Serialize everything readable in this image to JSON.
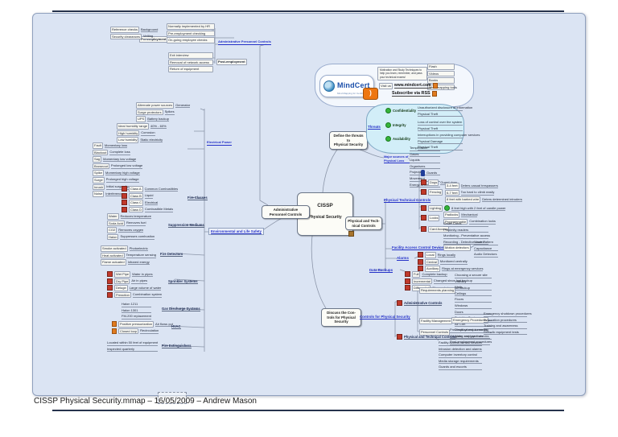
{
  "page": {
    "footer": "CISSP Physical Security.mmap – 16/05/2009 – Andrew Mason"
  },
  "center": {
    "line1": "CISSP",
    "line2": "Physical Security"
  },
  "branding": {
    "logo_text": "MindCert",
    "logo_sub": "Mind Mapping for Certification",
    "tagline": "Motivation and Study Techniques to help you learn, remember, and pass your technical exams!",
    "promo_items": [
      "Flash",
      "Videos",
      "Books",
      "Mind-mapping tools"
    ],
    "visit_label": "Visit us",
    "url": "www.mindcert.com",
    "rss_label": "Subscribe via RSS"
  },
  "admin_personnel": {
    "node": "Administrative\nPersonnel Controls",
    "branch_label": "Administrative Personnel Controls",
    "pre_label": "Pre-employment",
    "pre_items": [
      "Normally implemented by HR",
      "Pre-employment checking",
      "On-going employee checks"
    ],
    "pre_checks": [
      {
        "n": "Reference checks",
        "v": "Background"
      },
      {
        "n": "Security clearances",
        "v": "Vetting"
      }
    ],
    "post_label": "Post-employment",
    "post_items": [
      "Exit interview",
      "Removal of network access",
      "Return of equipment"
    ]
  },
  "environment": {
    "branch_label": "Environmental and Life Safety",
    "electrical_label": "Electrical Power",
    "protect": [
      {
        "n": "Alternate power sources",
        "v": "Generator"
      },
      {
        "n": "Surge protectors",
        "v": "Spikes"
      },
      {
        "n": "UPS",
        "v": "Battery backup"
      }
    ],
    "humidity": [
      {
        "n": "Ideal humidity range",
        "v": "40% - 60%"
      },
      {
        "n": "High humidity",
        "v": "Corrosion"
      },
      {
        "n": "Low humidity",
        "v": "Static electricity"
      }
    ],
    "anomalies": [
      {
        "n": "Fault",
        "v": "Momentary loss"
      },
      {
        "n": "Blackout",
        "v": "Complete loss"
      },
      {
        "n": "Sag",
        "v": "Momentary low voltage"
      },
      {
        "n": "Brownout",
        "v": "Prolonged low voltage"
      },
      {
        "n": "Spike",
        "v": "Momentary high voltage"
      },
      {
        "n": "Surge",
        "v": "Prolonged high voltage"
      },
      {
        "n": "Inrush",
        "v": "Initial surge of power"
      },
      {
        "n": "Noise",
        "v": "Interference"
      }
    ],
    "classes_label": "Fire Classes",
    "classes": [
      {
        "n": "Class A",
        "v": "Common Combustibles"
      },
      {
        "n": "Class B",
        "v": "Liquid"
      },
      {
        "n": "Class C",
        "v": "Electrical"
      },
      {
        "n": "Class D",
        "v": "Combustible Metals"
      }
    ],
    "suppression_label": "Suppression Mediums",
    "suppression": [
      {
        "n": "Water",
        "v": "Reduces temperature"
      },
      {
        "n": "Soda Acid",
        "v": "Removes fuel"
      },
      {
        "n": "CO2",
        "v": "Removes oxygen"
      },
      {
        "n": "Halon",
        "v": "Suppresses combustion"
      }
    ],
    "detectors_label": "Fire Detectors",
    "detectors": [
      {
        "n": "Smoke activated",
        "v": "Photoelectric"
      },
      {
        "n": "Heat activated",
        "v": "Temperature sensing"
      },
      {
        "n": "Flame actuated",
        "v": "Infrared energy"
      }
    ],
    "sprinkler_label": "Sprinkler Systems",
    "sprinklers": [
      {
        "n": "Wet Pipe",
        "v": "Water in pipes"
      },
      {
        "n": "Dry Pipe",
        "v": "Air in pipes"
      },
      {
        "n": "Deluge",
        "v": "Large volume of water"
      },
      {
        "n": "Preaction",
        "v": "Combination system"
      }
    ],
    "gas_label": "Gas Discharge Systems",
    "gas_items": [
      "Halon 1211",
      "Halon 1301",
      "FM-200 replacement"
    ],
    "hvac_label": "HVAC",
    "hvac": [
      {
        "n": "Positive pressurization",
        "v": "Air flows out"
      },
      {
        "n": "Closed loop",
        "v": "Recirculation"
      }
    ],
    "ext_label": "Fire Extinguishers",
    "ext_items": [
      "Located within 50 feet of equipment",
      "Inspected quarterly"
    ]
  },
  "threats": {
    "node": "Define the threats to\nPhysical Security",
    "cloud_label": "Threats",
    "cia": [
      {
        "name": "Confidentiality"
      },
      {
        "name": "Integrity"
      },
      {
        "name": "Availability"
      }
    ],
    "cia_items_0": [
      "Unauthorized disclosure of information",
      "Physical Theft"
    ],
    "cia_items_1": [
      "Loss of control over the system",
      "Physical Theft"
    ],
    "cia_items_2": [
      "Interruptions in providing computer services",
      "Physical Damage",
      "Physical Theft"
    ],
    "loss_label": "Major sources of Physical Loss",
    "loss_items": [
      "Temperature",
      "Gases",
      "Liquids",
      "Organisms",
      "Projectiles",
      "Movement",
      "Energy Anomalies"
    ]
  },
  "phys_tech": {
    "node": "Physical and Tech-\nnical Controls",
    "branch_label": "Physical Technical Controls",
    "guards": "Guards",
    "dogs": "Dogs",
    "dogs_desc": "Guard dogs",
    "fencing_label": "Fencing",
    "fencing": [
      {
        "n": "3-4 feet",
        "v": "Deters casual trespassers"
      },
      {
        "n": "6-7 feet",
        "v": "Too hard to climb easily"
      },
      {
        "n": "8 feet with barbed wire",
        "v": "Deters determined intruders"
      }
    ],
    "lighting_label": "Lighting",
    "lighting_desc": "8 feet high with 2 feet of candle power",
    "locks_label": "Locks",
    "locks": [
      {
        "n": "Padlocks",
        "v": "Mechanical"
      },
      {
        "n": "Programmable",
        "v": "Combination locks"
      }
    ],
    "cards_label": "Card Access",
    "cards": [
      "Smart Cards",
      "Proximity readers",
      "Monitoring - Preventative access",
      "Recording - Detective control"
    ],
    "access_label": "Facility Access Control Devices",
    "access_device": "Motion detectors",
    "access_types": [
      "Wave Pattern",
      "Capacitance",
      "Audio Detectors"
    ],
    "alarms_label": "Alarms",
    "alarms": [
      {
        "n": "Local",
        "v": "Rings locally"
      },
      {
        "n": "Central",
        "v": "Monitored centrally"
      },
      {
        "n": "Auxiliary",
        "v": "Rings at emergency services"
      }
    ],
    "backup_label": "Data Backups",
    "backups": [
      {
        "n": "Full",
        "v": "Complete backup"
      },
      {
        "n": "Incremental",
        "v": "Changed since last backup"
      },
      {
        "n": "Differential",
        "v": "Changed since full backup"
      }
    ]
  },
  "controls": {
    "node": "Discuss the Con-\ntrols for Physical\nSecurity",
    "branch_label": "Controls for Physical Security",
    "admin_label": "Administrative Controls",
    "req_label": "Requirements planning",
    "req_items": [
      "Choosing a secure site",
      "Visibility",
      "Walls",
      "Ceilings",
      "Floors",
      "Windows",
      "Doors",
      "Sprinkler System",
      "Air Con",
      "Electrical requirements",
      "Water and gas lines"
    ],
    "facility_label": "Facility Management",
    "facility_child": "Emergency Procedures",
    "facility_items": [
      "Emergency shutdown procedures",
      "Evacuation procedures",
      "Training and awareness",
      "Periodic equipment tests"
    ],
    "personnel_label": "Personnel Controls",
    "personnel_items": [
      "Pre-employment screening",
      "On-going employee checks",
      "Post-employment procedures"
    ],
    "phys_label": "Physical and Technical Controls",
    "phys_items": [
      "Facility access control devices",
      "Intrusion detection and alarms",
      "Computer inventory control",
      "Media storage requirements",
      "Guards and escorts"
    ]
  }
}
